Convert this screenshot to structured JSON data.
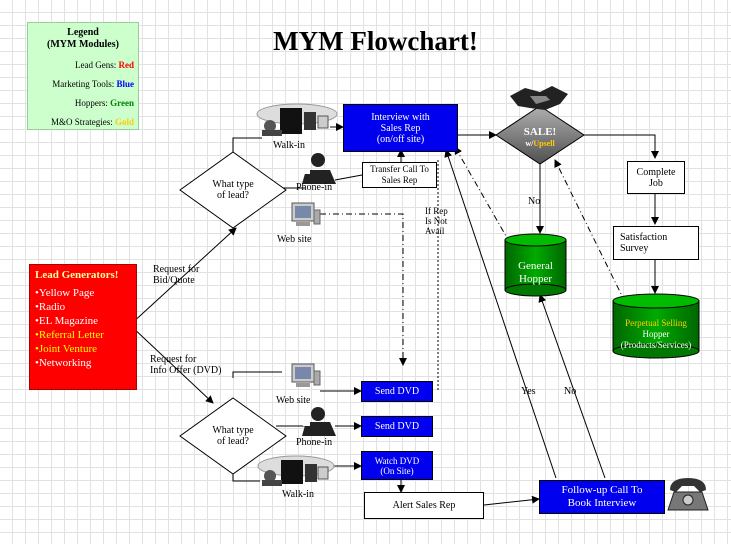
{
  "title": "MYM Flowchart!",
  "legend": {
    "title_line1": "Legend",
    "title_line2": "(MYM Modules)",
    "rows": [
      {
        "label": "Lead Gens:",
        "value": "Red",
        "color": "#ff0000"
      },
      {
        "label": "Marketing Tools:",
        "value": "Blue",
        "color": "#0000ff"
      },
      {
        "label": "Hoppers:",
        "value": "Green",
        "color": "#008000"
      },
      {
        "label": "M&O Strategies:",
        "value": "Gold",
        "color": "#ffcc00"
      }
    ]
  },
  "lead_generators": {
    "title": "Lead Generators!",
    "items": [
      {
        "text": "Yellow Page",
        "color": "#ffffff"
      },
      {
        "text": "Radio",
        "color": "#ffffff"
      },
      {
        "text": "EL Magazine",
        "color": "#ffffff"
      },
      {
        "text": "Referral Letter",
        "color": "#ffff00"
      },
      {
        "text": "Joint Venture",
        "color": "#ffff00"
      },
      {
        "text": "Networking",
        "color": "#ffffff"
      }
    ]
  },
  "branches": {
    "bid_line1": "Request for",
    "bid_line2": "Bid/Quote",
    "info_line1": "Request for",
    "info_line2": "Info Offer (DVD)"
  },
  "decisions": {
    "upper_line1": "What type",
    "upper_line2": "of lead?",
    "lower_line1": "What type",
    "lower_line2": "of lead?"
  },
  "sources": {
    "upper_walkin": "Walk-in",
    "upper_phone": "Phone-in",
    "upper_web": "Web site",
    "lower_web": "Web site",
    "lower_phone": "Phone-in",
    "lower_walkin": "Walk-in"
  },
  "boxes": {
    "interview_line1": "Interview with",
    "interview_line2": "Sales Rep",
    "interview_line3": "(on/off site)",
    "transfer_line1": "Transfer Call To",
    "transfer_line2": "Sales Rep",
    "send_dvd_1": "Send DVD",
    "send_dvd_2": "Send DVD",
    "watch_line1": "Watch DVD",
    "watch_line2": "(On Site)",
    "alert": "Alert Sales Rep",
    "followup_line1": "Follow-up Call To",
    "followup_line2": "Book Interview",
    "complete_line1": "Complete",
    "complete_line2": "Job",
    "survey_line1": "Satisfaction",
    "survey_line2": "Survey"
  },
  "sale": {
    "main": "SALE!",
    "prefix": "w/",
    "upsell": "Upsell"
  },
  "hoppers": {
    "general_line1": "General",
    "general_line2": "Hopper",
    "perpetual_line1": "Perpetual Selling",
    "perpetual_line2": "Hopper",
    "perpetual_line3": "(Products/Services)"
  },
  "edge_labels": {
    "no_sale": "No",
    "rep_line1": "If Rep",
    "rep_line2": "Is Not",
    "rep_line3": "Avail",
    "yes": "Yes",
    "no_followup": "No"
  },
  "colors": {
    "marketing_tool": "#0000ee",
    "hopper": "#008000",
    "lead_gen": "#ff0000",
    "legend_bg": "#ccffcc",
    "upsell": "#ffcc00"
  }
}
